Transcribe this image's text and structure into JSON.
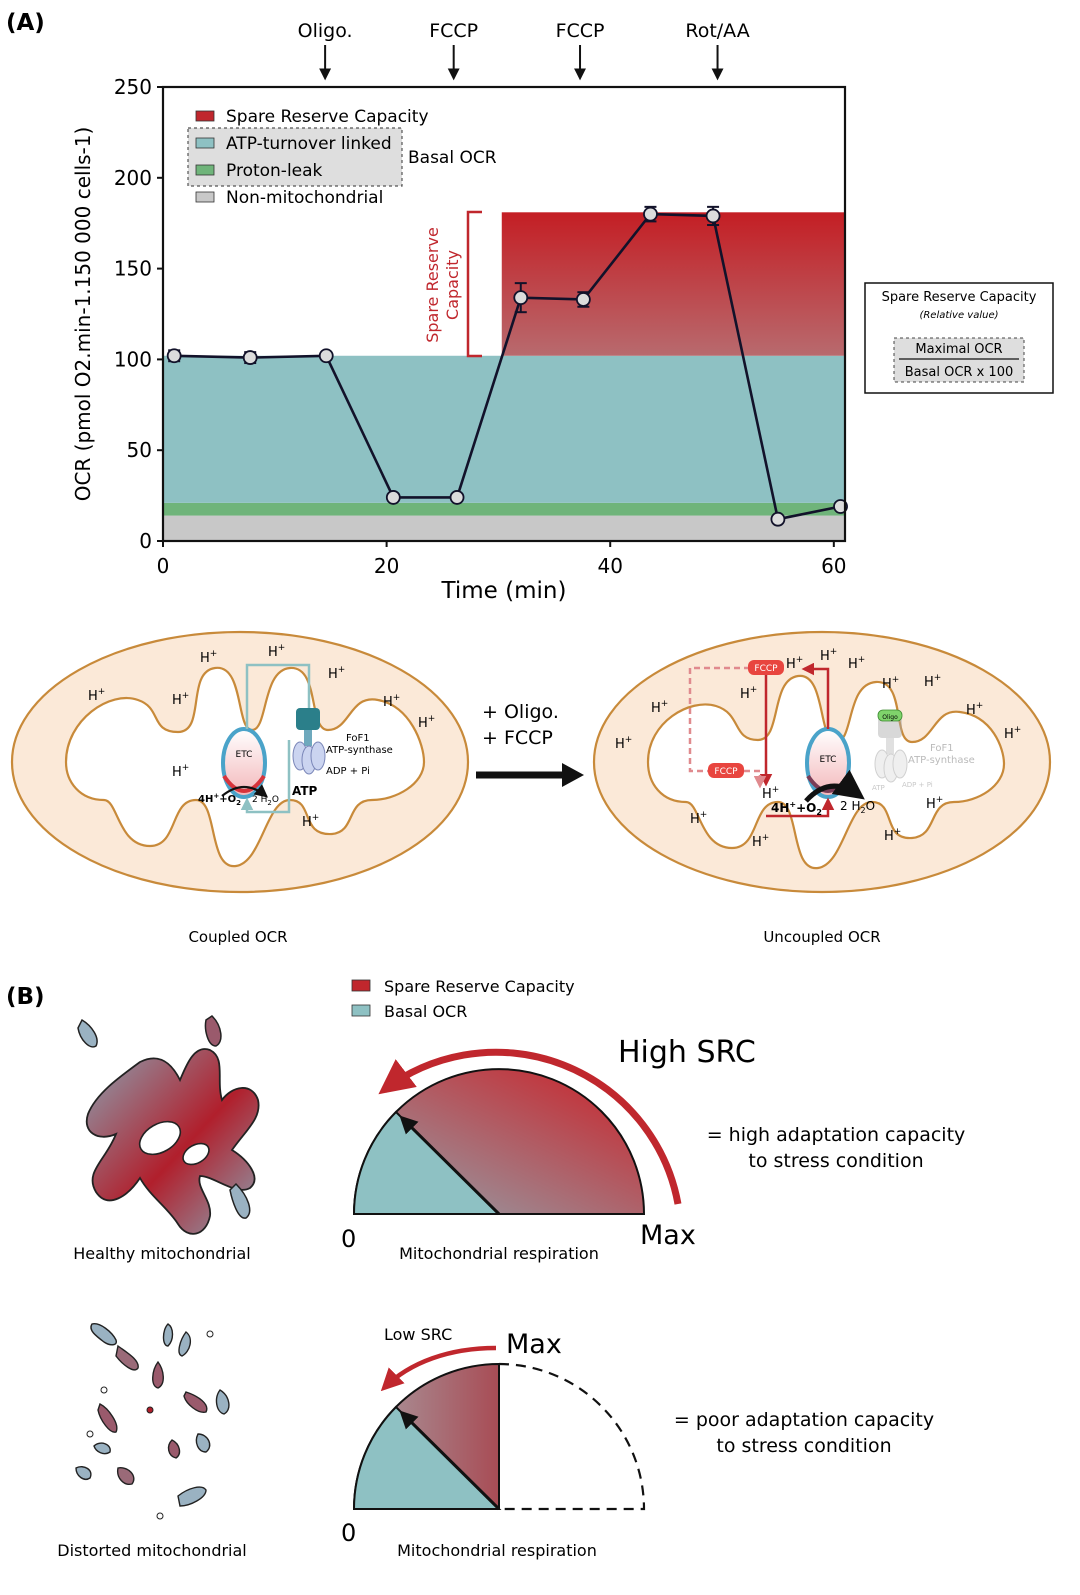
{
  "panels": {
    "a_label": "(A)",
    "b_label": "(B)"
  },
  "injections": [
    {
      "label": "Oligo.",
      "time": 14.5
    },
    {
      "label": "FCCP",
      "time": 26.0
    },
    {
      "label": "FCCP",
      "time": 37.3
    },
    {
      "label": "Rot/AA",
      "time": 49.6
    }
  ],
  "legend": {
    "items": [
      {
        "label": "Spare Reserve Capacity",
        "color": "#c0272d"
      },
      {
        "label": "ATP-turnover linked",
        "color": "#8ec1c3"
      },
      {
        "label": "Proton-leak",
        "color": "#6fb47a"
      },
      {
        "label": "Non-mitochondrial",
        "color": "#c8c8c8"
      }
    ],
    "basal_ocr_label": "Basal OCR"
  },
  "chart_data": {
    "type": "line",
    "xlabel": "Time (min)",
    "ylabel": "OCR (pmol O2.min-1.150 000 cells-1)",
    "xlim": [
      0,
      61
    ],
    "ylim": [
      0,
      250
    ],
    "xticks": [
      0,
      20,
      40,
      60
    ],
    "yticks": [
      0,
      50,
      100,
      150,
      200,
      250
    ],
    "grid": false,
    "x": [
      1.0,
      7.8,
      14.6,
      20.6,
      26.3,
      32.0,
      37.6,
      43.6,
      49.2,
      55.0,
      60.6
    ],
    "values": [
      102,
      101,
      102,
      24,
      24,
      134,
      133,
      180,
      179,
      12,
      19
    ],
    "errors": [
      3,
      3,
      0,
      0,
      0,
      8,
      4,
      4,
      5,
      0,
      0
    ],
    "bands": {
      "non_mitochondrial": [
        0,
        14
      ],
      "proton_leak": [
        14,
        21
      ],
      "atp_turnover_linked": [
        21,
        102
      ],
      "spare_reserve_capacity": {
        "y": [
          102,
          181
        ],
        "x_start": 30.3
      }
    },
    "src_bracket_label": [
      "Spare Reserve",
      "Capacity"
    ]
  },
  "src_box": {
    "title": "Spare Reserve Capacity",
    "subtitle": "(Relative value)",
    "numerator": "Maximal OCR",
    "denominator": "Basal OCR x 100"
  },
  "mito": {
    "coupled_caption": "Coupled OCR",
    "uncoupled_caption": "Uncoupled OCR",
    "arrow_label": [
      "+ Oligo.",
      "+ FCCP"
    ],
    "proton": "H",
    "etc": "ETC",
    "fccp": "FCCP",
    "oligo": "Oligo",
    "fof1": "FoF1",
    "atp_synthase": "ATP-synthase",
    "adp_pi": "ADP + Pi",
    "atp": "ATP",
    "reaction_in": "4H",
    "reaction_o2": "+O",
    "water": "2 H",
    "water_o": "O"
  },
  "panel_b": {
    "legend": [
      {
        "label": "Spare Reserve Capacity",
        "color": "#c0272d"
      },
      {
        "label": "Basal OCR",
        "color": "#8ec1c3"
      }
    ],
    "healthy_caption": "Healthy mitochondrial",
    "distorted_caption": "Distorted mitochondrial",
    "high": {
      "title": "High SRC",
      "zero": "0",
      "max": "Max",
      "axis": "Mitochondrial respiration",
      "desc": [
        "= high adaptation capacity",
        "to stress condition"
      ]
    },
    "low": {
      "title": "Low SRC",
      "zero": "0",
      "max": "Max",
      "axis": "Mitochondrial respiration",
      "desc": [
        "= poor adaptation capacity",
        "to stress condition"
      ]
    }
  }
}
